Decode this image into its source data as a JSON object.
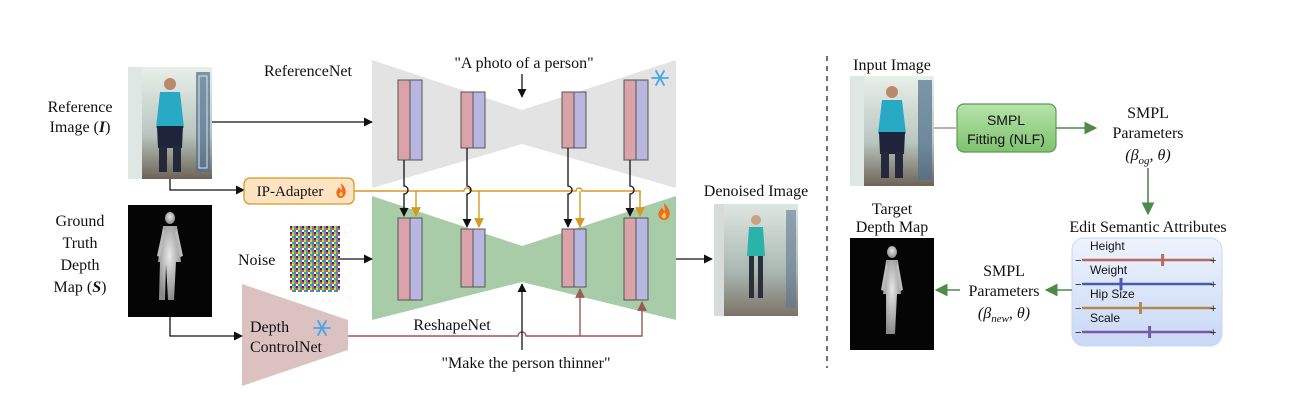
{
  "left": {
    "reference_label_1": "Reference",
    "reference_label_2": "Image (",
    "reference_symbol": "I",
    "gt_label_1": "Ground",
    "gt_label_2": "Truth",
    "gt_label_3": "Depth",
    "gt_label_4": "Map (",
    "gt_symbol": "S",
    "close_paren": ")",
    "referencenet_label": "ReferenceNet",
    "prompt_top": "\"A photo of a person\"",
    "ip_adapter_label": "IP-Adapter",
    "noise_label": "Noise",
    "reshapenet_label": "ReshapeNet",
    "depth_controlnet_1": "Depth",
    "depth_controlnet_2": "ControlNet",
    "prompt_bottom": "\"Make the person thinner\"",
    "denoised_label": "Denoised Image"
  },
  "right": {
    "input_image_label": "Input Image",
    "smpl_fitting_1": "SMPL",
    "smpl_fitting_2": "Fitting (NLF)",
    "smpl_params_top_1": "SMPL",
    "smpl_params_top_2": "Parameters",
    "beta_og": "(β",
    "beta_og_sub": "og",
    "theta_tail": ", θ)",
    "edit_attrs": "Edit Semantic Attributes",
    "target_depth_1": "Target",
    "target_depth_2": "Depth Map",
    "smpl_params_bottom_1": "SMPL",
    "smpl_params_bottom_2": "Parameters",
    "beta_new": "(β",
    "beta_new_sub": "new",
    "sliders": [
      {
        "label": "Height",
        "level": 0.62,
        "color": "#b86a5e"
      },
      {
        "label": "Weight",
        "level": 0.3,
        "color": "#4a5bb0"
      },
      {
        "label": "Hip Size",
        "level": 0.45,
        "color": "#b2894e"
      },
      {
        "label": "Scale",
        "level": 0.52,
        "color": "#7a58a8"
      }
    ],
    "minus": "−",
    "plus": "+"
  },
  "icons": [
    "snowflake-icon",
    "fire-icon"
  ],
  "colors": {
    "frozen_net": "#e3e3e3",
    "trainable_net": "#9fc79f",
    "controlnet": "#dcc1c1",
    "block_red": "#d9a3a9",
    "block_blue": "#b7b7df",
    "ip_adapter": "#fde3c2",
    "smpl_box": "#94d08a",
    "slider_panel": "#dbe6fa",
    "arrow_orange": "#d59a1e",
    "arrow_brown": "#9a5a58",
    "arrow_green": "#4f8a4b"
  }
}
